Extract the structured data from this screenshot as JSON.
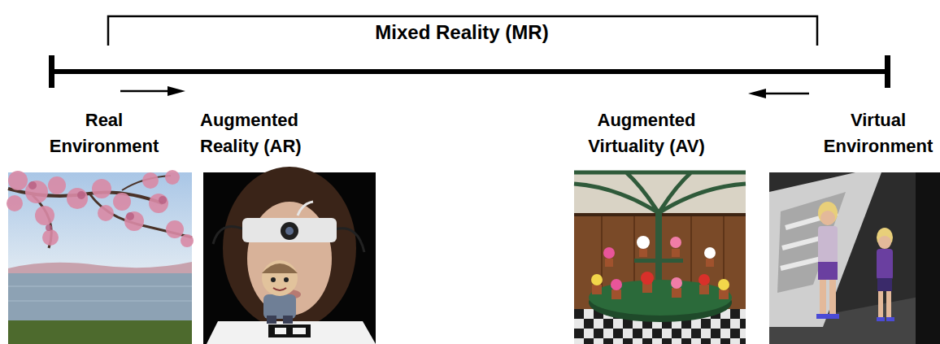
{
  "diagram": {
    "labels": [
      "Mixed Reality (MR)",
      "Real Environment",
      "Augmented Reality (AR)",
      "Augmented Virtuality (AV)",
      "Virtual Environment"
    ]
  }
}
